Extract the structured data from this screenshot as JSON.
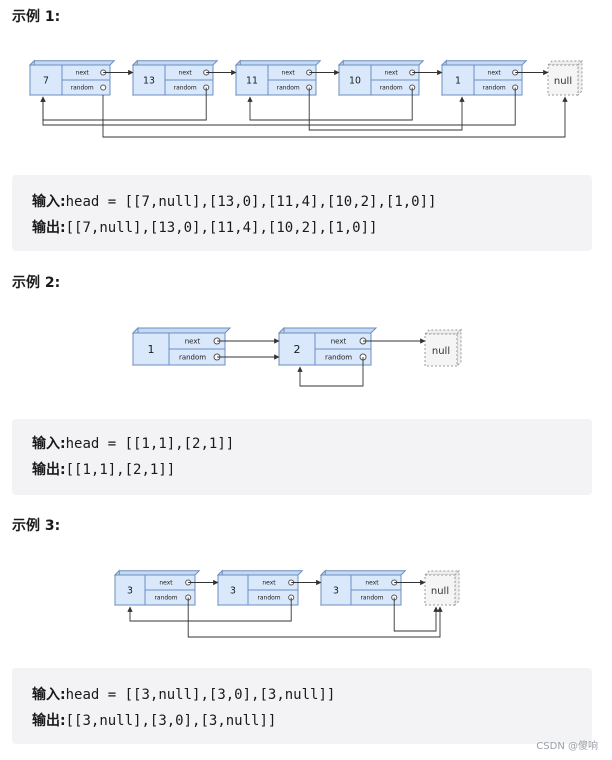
{
  "examples": [
    {
      "heading": "示例 1:",
      "nodes": [
        {
          "val": "7"
        },
        {
          "val": "13"
        },
        {
          "val": "11"
        },
        {
          "val": "10"
        },
        {
          "val": "1"
        }
      ],
      "input_label": "输入:",
      "input_value": "head = [[7,null],[13,0],[11,4],[10,2],[1,0]]",
      "output_label": "输出:",
      "output_value": "[[7,null],[13,0],[11,4],[10,2],[1,0]]"
    },
    {
      "heading": "示例 2:",
      "nodes": [
        {
          "val": "1"
        },
        {
          "val": "2"
        }
      ],
      "input_label": "输入:",
      "input_value": "head = [[1,1],[2,1]]",
      "output_label": "输出:",
      "output_value": "[[1,1],[2,1]]"
    },
    {
      "heading": "示例 3:",
      "nodes": [
        {
          "val": "3"
        },
        {
          "val": "3"
        },
        {
          "val": "3"
        }
      ],
      "input_label": "输入:",
      "input_value": "head = [[3,null],[3,0],[3,null]]",
      "output_label": "输出:",
      "output_value": "[[3,null],[3,0],[3,null]]"
    }
  ],
  "node_labels": {
    "next": "next",
    "random": "random",
    "null": "null"
  },
  "watermark": "CSDN @傻响",
  "colors": {
    "node_fill": "#dae8fc",
    "node_stroke": "#6c8ebf",
    "null_fill": "#f5f5f5",
    "null_stroke": "#999999",
    "arrow": "#333333",
    "code_bg": "#f3f3f6"
  }
}
